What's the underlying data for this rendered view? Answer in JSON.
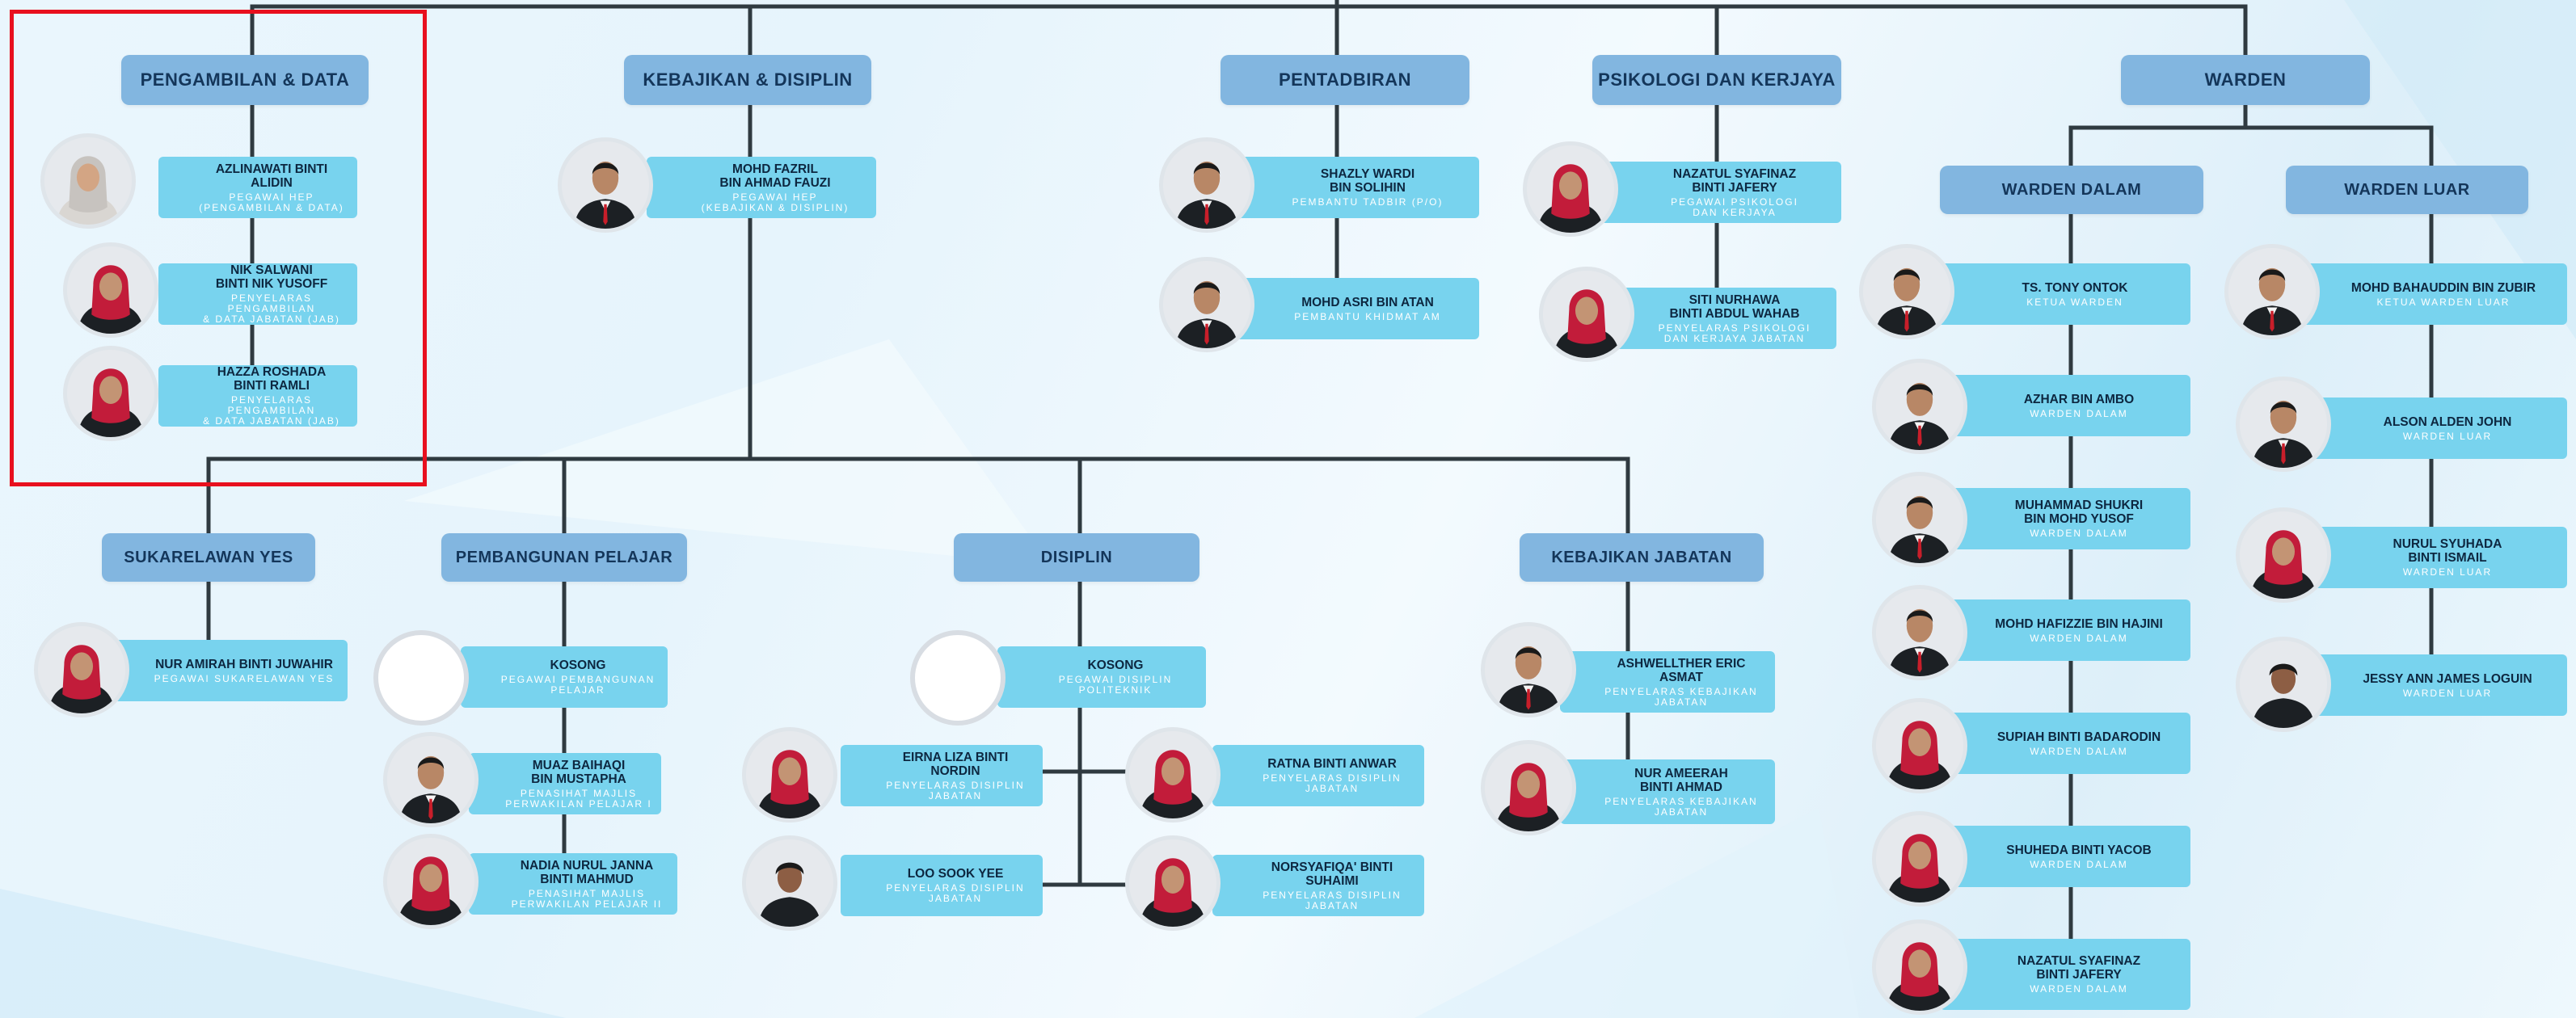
{
  "headers": {
    "pengambilan": "PENGAMBILAN & DATA",
    "kebajikan_disiplin": "KEBAJIKAN & DISIPLIN",
    "pentadbiran": "PENTADBIRAN",
    "psikologi": "PSIKOLOGI DAN KERJAYA",
    "warden": "WARDEN",
    "warden_dalam": "WARDEN DALAM",
    "warden_luar": "WARDEN LUAR",
    "sukarelawan": "SUKARELAWAN YES",
    "pembangunan": "PEMBANGUNAN PELAJAR",
    "disiplin": "DISIPLIN",
    "kebajikan_jabatan": "KEBAJIKAN JABATAN"
  },
  "people": {
    "azlinawati": {
      "name": "AZLINAWATI BINTI ALIDIN",
      "role": "PEGAWAI HEP\n(PENGAMBILAN & DATA)"
    },
    "nik_salwani": {
      "name": "NIK SALWANI\nBINTI NIK YUSOFF",
      "role": "PENYELARAS PENGAMBILAN\n& DATA JABATAN (JAB)"
    },
    "hazza": {
      "name": "HAZZA ROSHADA\nBINTI RAMLI",
      "role": "PENYELARAS PENGAMBILAN\n& DATA JABATAN (JAB)"
    },
    "fazril": {
      "name": "MOHD FAZRIL\nBIN AHMAD FAUZI",
      "role": "PEGAWAI HEP\n(KEBAJIKAN & DISIPLIN)"
    },
    "shazly": {
      "name": "SHAZLY WARDI\nBIN SOLIHIN",
      "role": "PEMBANTU TADBIR (P/O)"
    },
    "asri": {
      "name": "MOHD ASRI BIN ATAN",
      "role": "PEMBANTU KHIDMAT AM"
    },
    "nazatul_psi": {
      "name": "NAZATUL SYAFINAZ\nBINTI JAFERY",
      "role": "PEGAWAI PSIKOLOGI\nDAN KERJAYA"
    },
    "siti": {
      "name": "SITI NURHAWA\nBINTI ABDUL WAHAB",
      "role": "PENYELARAS PSIKOLOGI\nDAN KERJAYA JABATAN"
    },
    "tony": {
      "name": "TS. TONY ONTOK",
      "role": "KETUA WARDEN"
    },
    "azhar": {
      "name": "AZHAR BIN AMBO",
      "role": "WARDEN DALAM"
    },
    "shukri": {
      "name": "MUHAMMAD SHUKRI\nBIN MOHD YUSOF",
      "role": "WARDEN DALAM"
    },
    "hafizzie": {
      "name": "MOHD HAFIZZIE BIN HAJINI",
      "role": "WARDEN DALAM"
    },
    "supiah": {
      "name": "SUPIAH BINTI BADARODIN",
      "role": "WARDEN DALAM"
    },
    "shuheda": {
      "name": "SHUHEDA BINTI YACOB",
      "role": "WARDEN DALAM"
    },
    "nazatul_wd": {
      "name": "NAZATUL SYAFINAZ\nBINTI JAFERY",
      "role": "WARDEN DALAM"
    },
    "bahauddin": {
      "name": "MOHD BAHAUDDIN BIN ZUBIR",
      "role": "KETUA WARDEN LUAR"
    },
    "alson": {
      "name": "ALSON ALDEN JOHN",
      "role": "WARDEN LUAR"
    },
    "syuhada": {
      "name": "NURUL SYUHADA\nBINTI ISMAIL",
      "role": "WARDEN LUAR"
    },
    "jessy": {
      "name": "JESSY ANN JAMES LOGUIN",
      "role": "WARDEN LUAR"
    },
    "amirah": {
      "name": "NUR AMIRAH BINTI JUWAHIR",
      "role": "PEGAWAI SUKARELAWAN YES"
    },
    "kosong_pp": {
      "name": "KOSONG",
      "role": "PEGAWAI PEMBANGUNAN\nPELAJAR"
    },
    "muaz": {
      "name": "MUAZ BAIHAQI\nBIN MUSTAPHA",
      "role": "PENASIHAT MAJLIS\nPERWAKILAN PELAJAR I"
    },
    "nadia": {
      "name": "NADIA NURUL JANNA\nBINTI MAHMUD",
      "role": "PENASIHAT MAJLIS\nPERWAKILAN PELAJAR II"
    },
    "kosong_dp": {
      "name": "KOSONG",
      "role": "PEGAWAI DISIPLIN\nPOLITEKNIK"
    },
    "eirna": {
      "name": "EIRNA LIZA BINTI NORDIN",
      "role": "PENYELARAS DISIPLIN\nJABATAN"
    },
    "ratna": {
      "name": "RATNA BINTI ANWAR",
      "role": "PENYELARAS DISIPLIN\nJABATAN"
    },
    "loo": {
      "name": "LOO SOOK YEE",
      "role": "PENYELARAS DISIPLIN\nJABATAN"
    },
    "norsyafiqa": {
      "name": "NORSYAFIQA' BINTI SUHAIMI",
      "role": "PENYELARAS DISIPLIN\nJABATAN"
    },
    "ashwellther": {
      "name": "ASHWELLTHER ERIC ASMAT",
      "role": "PENYELARAS KEBAJIKAN\nJABATAN"
    },
    "ameerah": {
      "name": "NUR AMEERAH\nBINTI AHMAD",
      "role": "PENYELARAS KEBAJIKAN\nJABATAN"
    }
  },
  "colors": {
    "header_bg": "#82b6e0",
    "card_bg": "#78d3ee",
    "line": "#2f3a40",
    "highlight": "#e8101e"
  }
}
